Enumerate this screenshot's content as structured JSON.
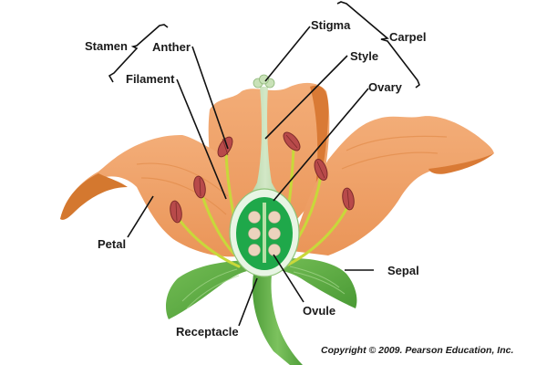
{
  "title": "Flower anatomy diagram",
  "labels": {
    "stamen": "Stamen",
    "anther": "Anther",
    "filament": "Filament",
    "stigma": "Stigma",
    "style": "Style",
    "ovary": "Ovary",
    "carpel": "Carpel",
    "petal": "Petal",
    "sepal": "Sepal",
    "ovule": "Ovule",
    "receptacle": "Receptacle"
  },
  "copyright": "Copyright © 2009. Pearson Education, Inc.",
  "colors": {
    "petal": "#f0a068",
    "petal_shadow": "#d9772f",
    "sepal": "#5fae45",
    "stem": "#5fae45",
    "ovary_fill": "#1fa84a",
    "ovary_rim": "#e8f5e4",
    "ovule": "#ecd3bd",
    "style": "#b9d7a9",
    "anther": "#b84a4a",
    "filament": "#c8d83a",
    "text": "#1a1a1a"
  }
}
